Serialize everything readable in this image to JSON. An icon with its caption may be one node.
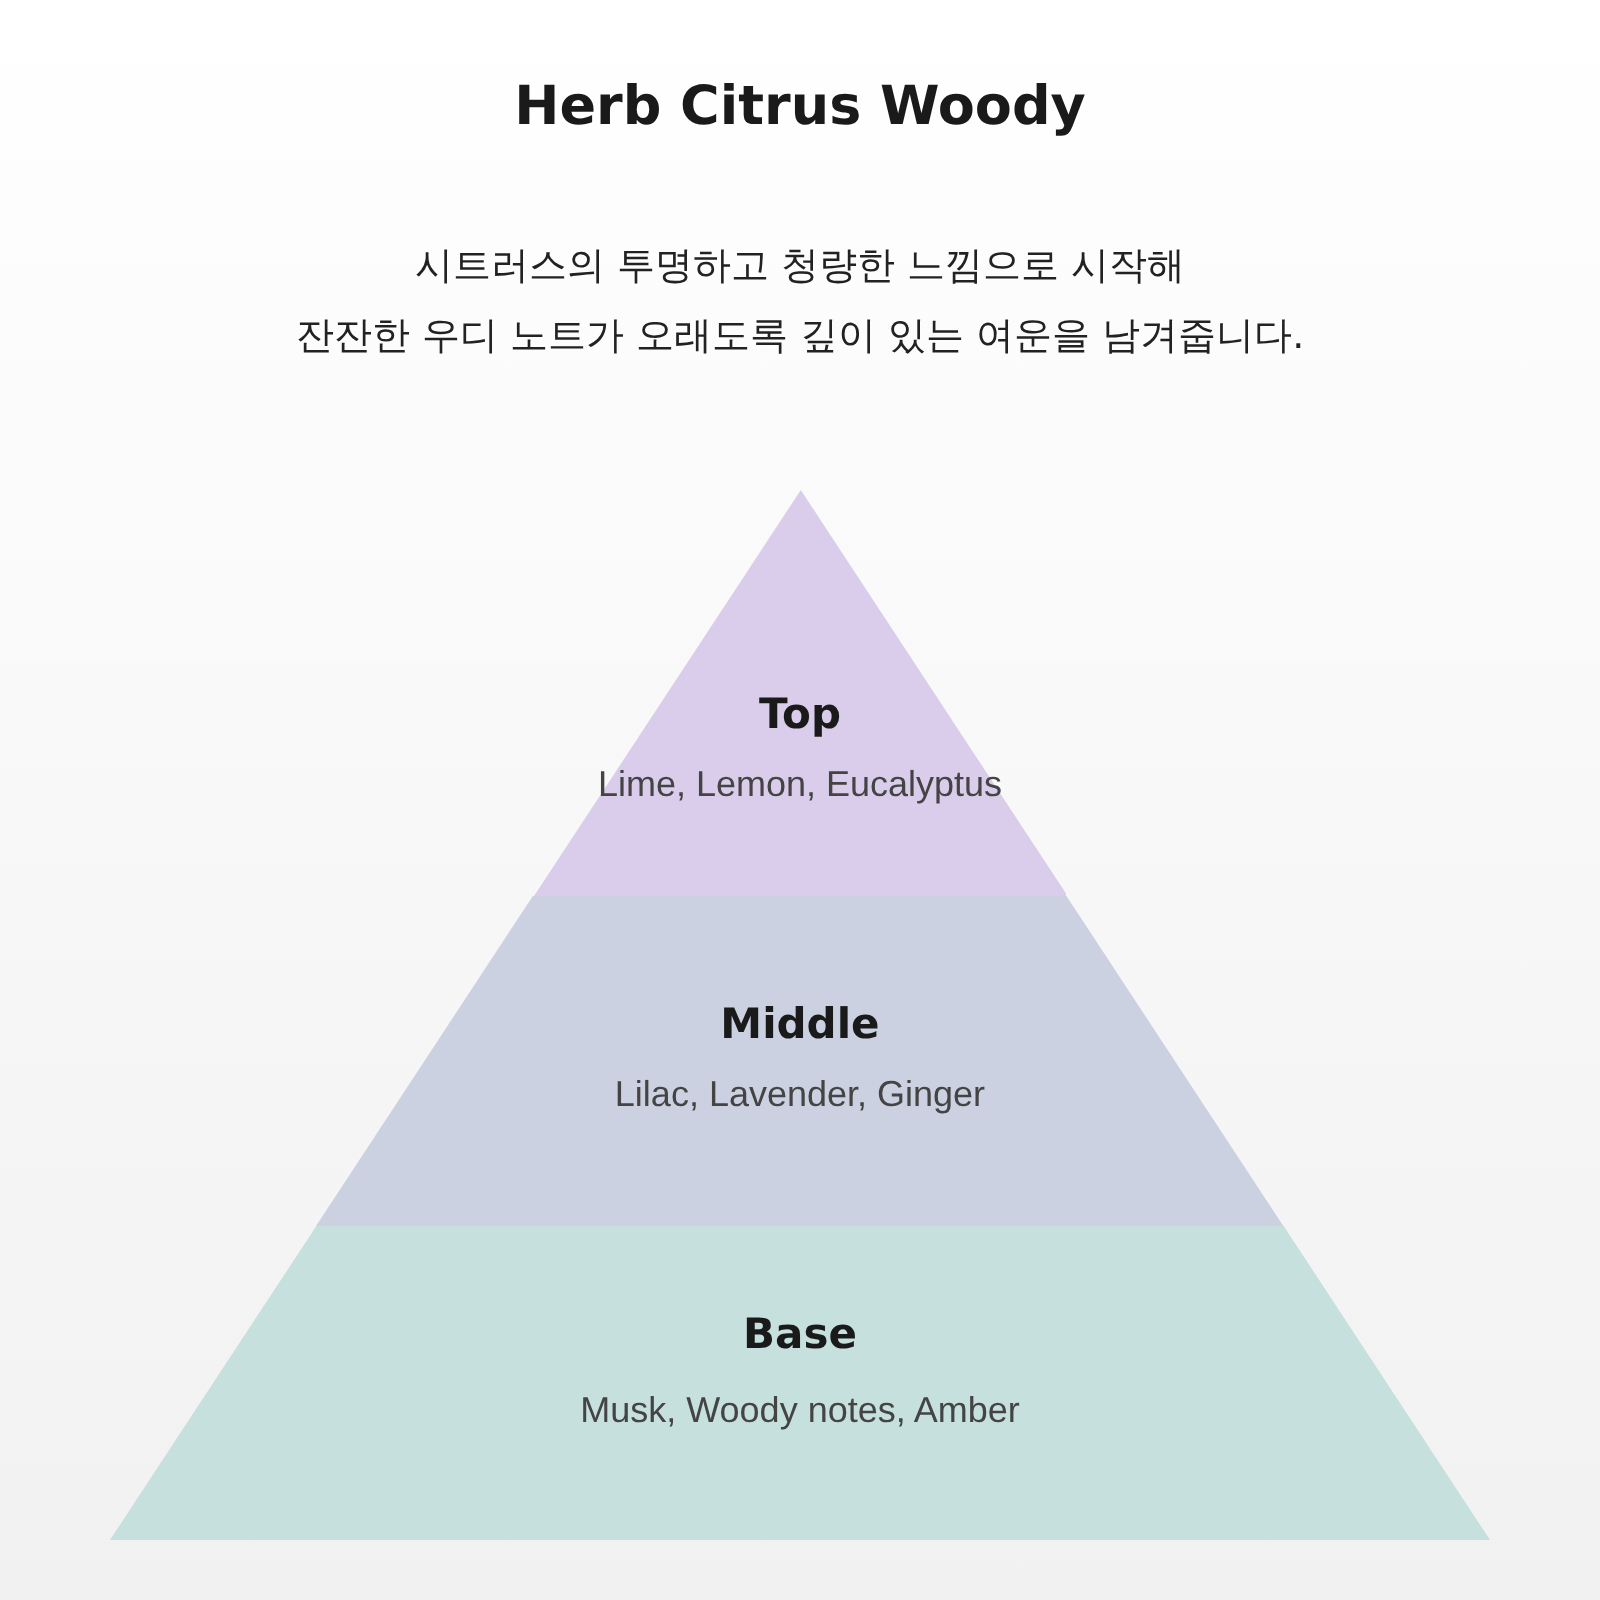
{
  "diagram": {
    "title": "Herb Citrus Woody",
    "nodes": [
      {
        "text": [
          "Top",
          "Lime, Lemon, Eucalyptus"
        ]
      },
      {
        "text": [
          "Middle",
          "Lilac, Lavender, Ginger"
        ]
      },
      {
        "text": [
          "Base",
          "Musk, Woody notes, Amber"
        ]
      }
    ],
    "edges": [],
    "labels": [
      "시트러스의 투명하고 청량한 느낌으로 시작해",
      "잔잔한 우디 노트가 오래도록 깊이 있는 여운을 남겨줍니다."
    ]
  }
}
